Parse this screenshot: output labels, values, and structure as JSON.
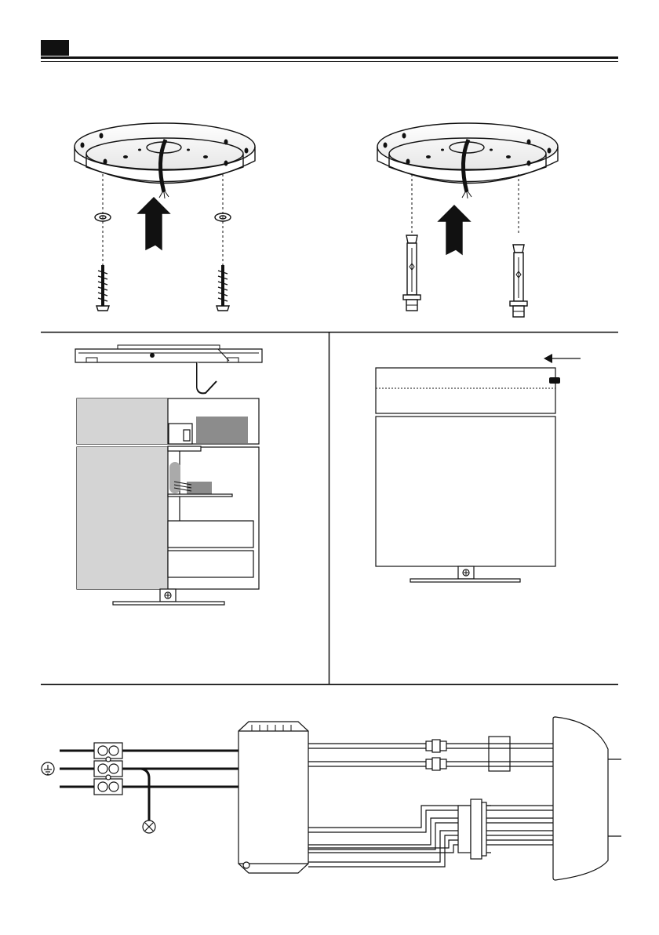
{
  "page": {
    "title": "",
    "section_label": ""
  },
  "colors": {
    "ink": "#1a1a1a",
    "panel_gray": "#d4d4d4",
    "block_gray": "#8c8c8c",
    "paper": "#ffffff"
  },
  "figures": {
    "step1": {
      "name": "mounting-base-screw-install"
    },
    "step2": {
      "name": "mounting-base-anchor-install"
    },
    "step3": {
      "name": "bracket-wall-cross-section"
    },
    "step4": {
      "name": "bracket-mounting-plate"
    },
    "step5": {
      "name": "wiring-diagram"
    }
  },
  "icons": [
    "up-arrow-icon",
    "left-arrow-icon",
    "ground-symbol-icon",
    "screw-head-icon"
  ]
}
